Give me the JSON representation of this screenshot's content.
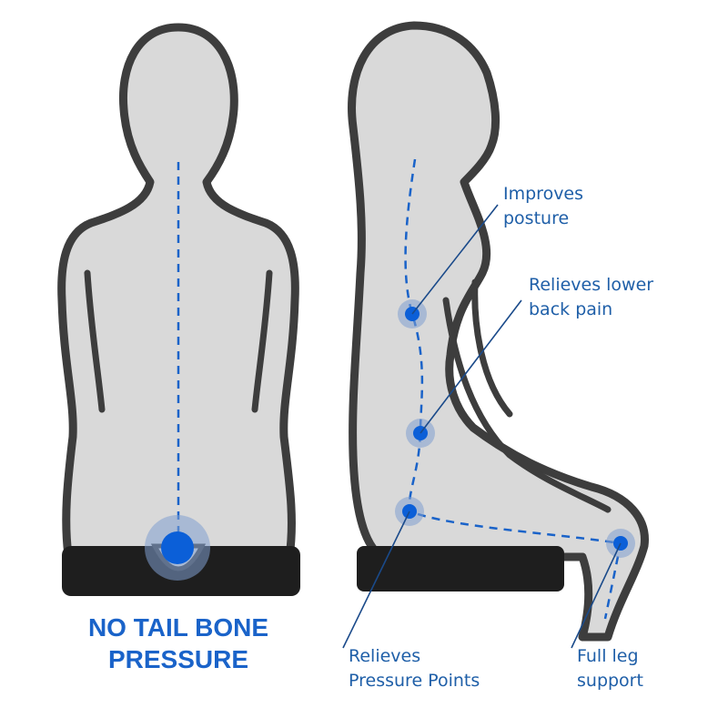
{
  "colors": {
    "accent": "#1a63c9",
    "label_text": "#1f5fa8",
    "body_fill": "#d9d9d9",
    "outline": "#3d3d3d",
    "cushion": "#1e1e1e"
  },
  "front_view": {
    "caption_line1": "NO TAIL BONE",
    "caption_line2": "PRESSURE"
  },
  "side_view": {
    "callouts": [
      {
        "line1": "Improves",
        "line2": "posture"
      },
      {
        "line1": "Relieves lower",
        "line2": "back pain"
      },
      {
        "line1": "Relieves",
        "line2": "Pressure Points"
      },
      {
        "line1": "Full leg",
        "line2": "support"
      }
    ]
  }
}
